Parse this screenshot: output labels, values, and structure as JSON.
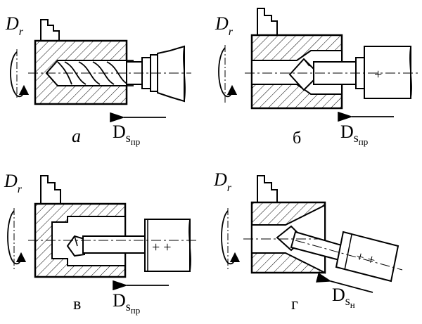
{
  "panels": [
    {
      "id": "a",
      "caption": "а",
      "rotation": {
        "main": "D",
        "sub": "r"
      },
      "feed": {
        "main": "D",
        "sub": "s",
        "subsub": "пр"
      }
    },
    {
      "id": "b",
      "caption": "б",
      "rotation": {
        "main": "D",
        "sub": "r"
      },
      "feed": {
        "main": "D",
        "sub": "s",
        "subsub": "пр"
      }
    },
    {
      "id": "v",
      "caption": "в",
      "rotation": {
        "main": "D",
        "sub": "r"
      },
      "feed": {
        "main": "D",
        "sub": "s",
        "subsub": "пр"
      }
    },
    {
      "id": "g",
      "caption": "г",
      "rotation": {
        "main": "D",
        "sub": "r"
      },
      "feed": {
        "main": "D",
        "sub": "s",
        "subsub": "н"
      }
    }
  ],
  "colors": {
    "ink": "#000000",
    "background": "#ffffff"
  }
}
